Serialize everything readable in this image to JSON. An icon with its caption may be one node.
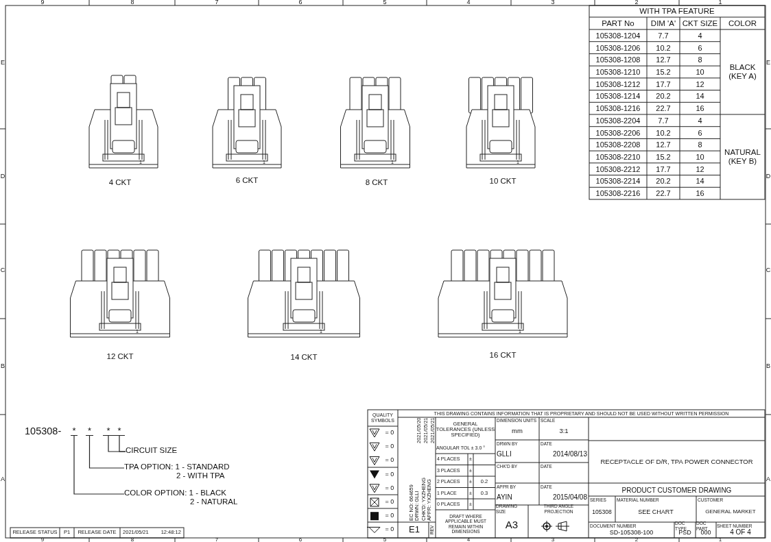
{
  "diagram": {
    "nodes": [
      {
        "text": [
          "*"
        ]
      },
      {
        "text": [
          "*"
        ]
      },
      {
        "text": [
          "*"
        ]
      },
      {
        "text": [
          "*"
        ]
      },
      {
        "text": [
          "CIRCUIT SIZE"
        ]
      },
      {
        "text": [
          "TPA OPTION: 1 - STANDARD",
          "2 - WITH TPA"
        ]
      },
      {
        "text": [
          "COLOR OPTION: 1 - BLACK",
          "2 - NATURAL"
        ]
      }
    ],
    "edges": [
      {
        "from": 0,
        "to": 6,
        "arrow": "none"
      },
      {
        "from": 1,
        "to": 5,
        "arrow": "none"
      },
      {
        "from": 2,
        "to": 4,
        "arrow": "none"
      },
      {
        "from": 3,
        "to": 4,
        "arrow": "none"
      }
    ],
    "labels": [
      "9",
      "8",
      "7",
      "6",
      "5",
      "4",
      "3",
      "2",
      "1",
      "E",
      "D",
      "C",
      "B",
      "A",
      "E",
      "D",
      "C",
      "B",
      "A",
      "WITH TPA FEATURE",
      "PART No",
      "DIM 'A'",
      "CKT SIZE",
      "COLOR",
      "105308-1204",
      "7.7",
      "4",
      "BLACK (KEY A)",
      "105308-1206",
      "10.2",
      "6",
      "105308-1208",
      "12.7",
      "8",
      "105308-1210",
      "15.2",
      "10",
      "105308-1212",
      "17.7",
      "12",
      "105308-1214",
      "20.2",
      "14",
      "105308-1216",
      "22.7",
      "16",
      "105308-2204",
      "7.7",
      "4",
      "NATURAL (KEY B)",
      "105308-2206",
      "10.2",
      "6",
      "105308-2208",
      "12.7",
      "8",
      "105308-2210",
      "15.2",
      "10",
      "105308-2212",
      "17.7",
      "12",
      "105308-2214",
      "20.2",
      "14",
      "105308-2216",
      "22.7",
      "16",
      "1",
      "4 CKT",
      "1",
      "6 CKT",
      "1",
      "8 CKT",
      "1",
      "10 CKT",
      "1",
      "12 CKT",
      "1",
      "14 CKT",
      "1",
      "16 CKT",
      "105308-",
      "QUALITY SYMBOLS",
      "THIS DRAWING CONTAINS INFORMATION THAT IS PROPRIETARY AND SHOULD NOT BE USED WITHOUT WRITTEN PERMISSION",
      "= 0",
      "= 0",
      "= 0",
      "= 0",
      "= 0",
      "= 0",
      "= 0",
      "= 0",
      "2021/05/20",
      "2021/05/21",
      "2021/05/21",
      "EC NO: 664659",
      "DRWN: GLLI",
      "CHK'D: YXZHENG",
      "APPR: YXZHENG",
      "E1",
      "REV",
      "GENERAL TOLERANCES (UNLESS SPECIFIED)",
      "ANGULAR TOL ± 3.0 °",
      "4 PLACES",
      "±",
      "3 PLACES",
      "±",
      "2 PLACES",
      "±",
      "0.2",
      "1 PLACE",
      "±",
      "0.3",
      "0 PLACES",
      "±",
      "DRAFT WHERE APPLICABLE MUST REMAIN WITHIN DIMENSIONS",
      "DIMENSION UNITS",
      "mm",
      "SCALE",
      "3:1",
      "DRWN BY",
      "GLLI",
      "DATE",
      "2014/08/13",
      "CHK'D BY",
      "DATE",
      "APPR BY",
      "AYIN",
      "DATE",
      "2015/04/08",
      "DRAWING SIZE",
      "A3",
      "THIRD ANGLE PROJECTION",
      "RECEPTACLE OF D/R, TPA POWER CONNECTOR",
      "PRODUCT CUSTOMER DRAWING",
      "SERIES",
      "105308",
      "MATERIAL NUMBER",
      "SEE CHART",
      "CUSTOMER",
      "GENERAL MARKET",
      "DOCUMENT NUMBER",
      "SD-105308-100",
      "DOC TYPE",
      "PSD",
      "DOC PART",
      "000",
      "SHEET NUMBER",
      "4 OF 4",
      "RELEASE STATUS",
      "P1",
      "RELEASE DATE",
      "2021/05/21 12:48:12",
      "9",
      "8",
      "7",
      "6",
      "5",
      "4",
      "3",
      "2",
      "1"
    ]
  }
}
